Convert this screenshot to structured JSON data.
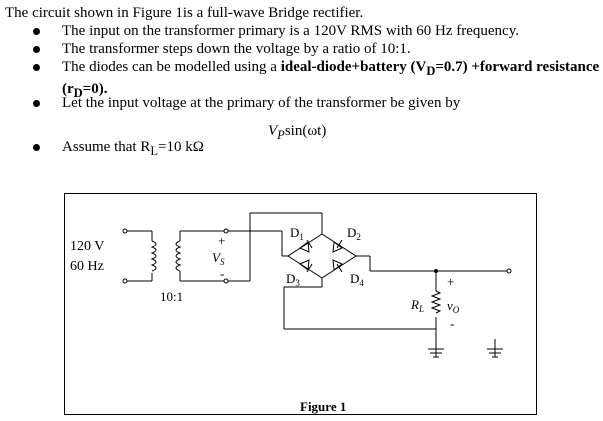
{
  "intro": "The circuit shown in Figure 1is a full-wave Bridge rectifier.",
  "bullets": {
    "b1": "The input on the transformer primary is a 120V RMS with 60 Hz frequency.",
    "b2": "The transformer steps down the voltage by a ratio of 10:1.",
    "b3_pre": "The diodes can be modelled using a ",
    "b3_bold": "ideal-diode+battery (V",
    "b3_sub1": "D",
    "b3_bold2": "=0.7) +forward resistance (r",
    "b3_sub2": "D",
    "b3_bold3": "=0).",
    "b4": "Let the input voltage at the primary of the transformer be given by",
    "b5_pre": "Assume that R",
    "b5_sub": "L",
    "b5_post": "=10 kΩ"
  },
  "formula": {
    "v": "V",
    "sub": "P",
    "rest": "sin(ωt)"
  },
  "figure": {
    "source_line1": "120 V",
    "source_line2": "60 Hz",
    "ratio": "10:1",
    "vs_label": "V",
    "vs_sub": "S",
    "plus": "+",
    "minus": "-",
    "d1": "D",
    "d1_sub": "1",
    "d2": "D",
    "d2_sub": "2",
    "d3": "D",
    "d3_sub": "3",
    "d4": "D",
    "d4_sub": "4",
    "rl": "R",
    "rl_sub": "L",
    "vo": "v",
    "vo_sub": "O",
    "caption": "Figure 1"
  }
}
